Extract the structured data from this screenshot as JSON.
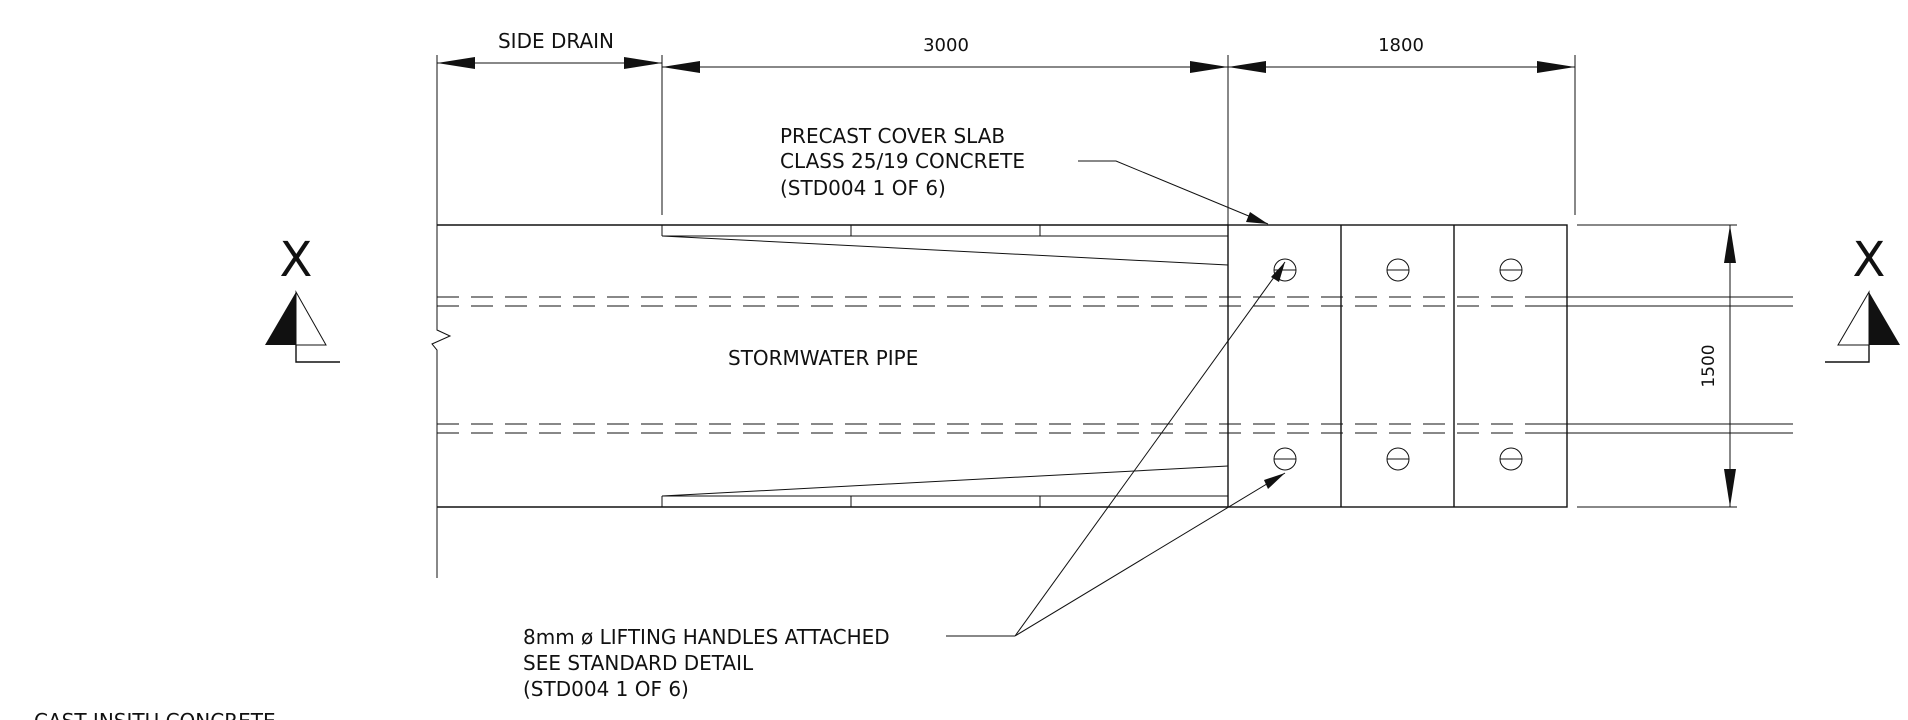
{
  "dimensions": {
    "side_drain": "SIDE DRAIN",
    "length_3000": "3000",
    "length_1800": "1800",
    "width_1500": "1500"
  },
  "labels": {
    "precast_slab": [
      "PRECAST COVER SLAB",
      "CLASS 25/19 CONCRETE",
      "(STD004   1 OF 6)"
    ],
    "stormwater_pipe": "STORMWATER PIPE",
    "lifting_handles": [
      "8mm ø LIFTING HANDLES ATTACHED",
      "SEE STANDARD DETAIL",
      "(STD004   1 OF 6)"
    ],
    "cast_insitu": "CAST INSITU CONCRETE"
  },
  "section_marks": {
    "left": "X",
    "right": "X"
  }
}
